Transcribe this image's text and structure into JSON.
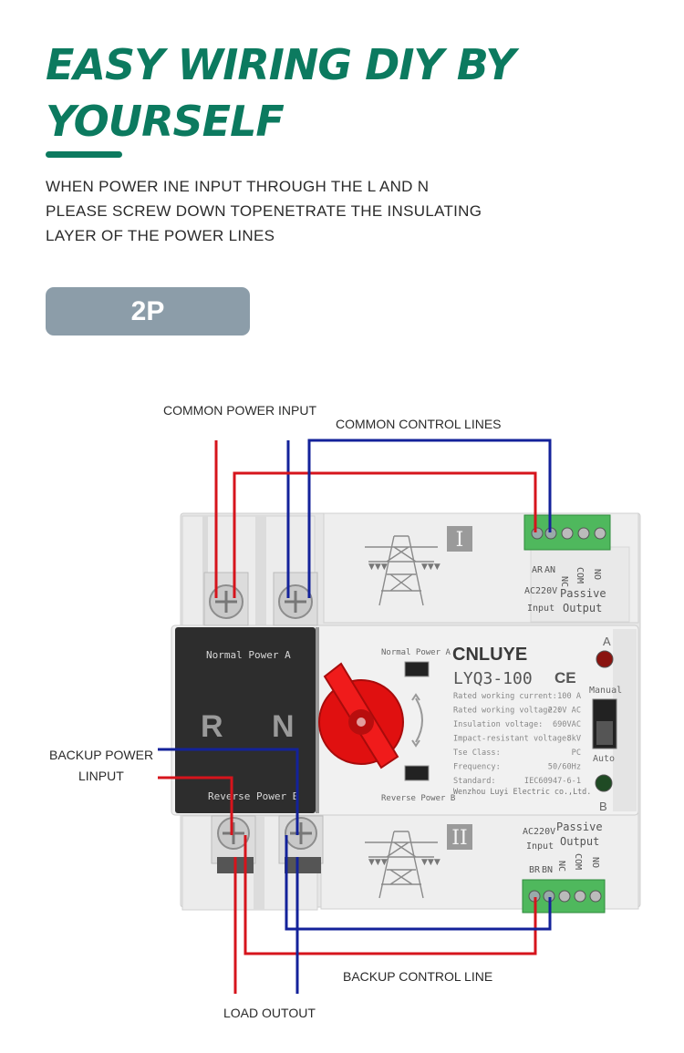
{
  "header": {
    "title_line1": "EASY WIRING DIY BY",
    "title_line2": "YOURSELF",
    "description": [
      "WHEN POWER INE INPUT THROUGH THE L AND N",
      "PLEASE SCREW DOWN TOPENETRATE THE INSULATING",
      "LAYER OF THE POWER LINES"
    ]
  },
  "badge": {
    "label": "2P"
  },
  "callouts": {
    "common_power_input": "COMMON POWER INPUT",
    "common_control_lines": "COMMON CONTROL LINES",
    "backup_power_line1": "BACKUP POWER",
    "backup_power_line2": "LINPUT",
    "backup_control_line": "BACKUP CONTROL LINE",
    "load_output": "LOAD OUTOUT"
  },
  "device": {
    "left_panel": {
      "top_label": "Normal Power A",
      "pole_r": "R",
      "pole_n": "N",
      "bottom_label": "Reverse Power B"
    },
    "top_module": {
      "roman": "I",
      "terminal_labels": [
        "AR",
        "AN",
        "NC",
        "COM",
        "NO"
      ],
      "voltage": "AC220V",
      "input": "Input",
      "passive": "Passive",
      "output": "Output"
    },
    "bottom_module": {
      "roman": "II",
      "terminal_labels": [
        "BR",
        "BN",
        "NC",
        "COM",
        "NO"
      ],
      "voltage": "AC220V",
      "input": "Input",
      "passive": "Passive",
      "output": "Output"
    },
    "switch": {
      "normal_power": "Normal Power A",
      "reverse_power": "Reverse Power B"
    },
    "brand": "CNLUYE",
    "model": "LYQ3-100",
    "ce_mark": "CE",
    "specs": [
      {
        "label": "Rated working current:",
        "value": "100 A"
      },
      {
        "label": "Rated working voltage :",
        "value": "220V AC"
      },
      {
        "label": "Insulation voltage:",
        "value": "690VAC"
      },
      {
        "label": "Impact-resistant voltage:",
        "value": "8kV"
      },
      {
        "label": "Tse Class:",
        "value": "PC"
      },
      {
        "label": "Frequency:",
        "value": "50/60Hz"
      },
      {
        "label": "Standard:",
        "value": "IEC60947-6-1"
      }
    ],
    "manufacturer": "Wenzhou Luyi Electric co.,Ltd.",
    "indicator_a": "A",
    "indicator_b": "B",
    "mode_manual": "Manual",
    "mode_auto": "Auto"
  },
  "colors": {
    "title": "#0c7a5f",
    "badge": "#8c9da9",
    "wire_red": "#d6141c",
    "wire_blue": "#13229a",
    "housing": "#e9e9e9",
    "left_panel": "#2d2d2d",
    "knob": "#e01010",
    "terminal_green": "#4fb85d"
  }
}
